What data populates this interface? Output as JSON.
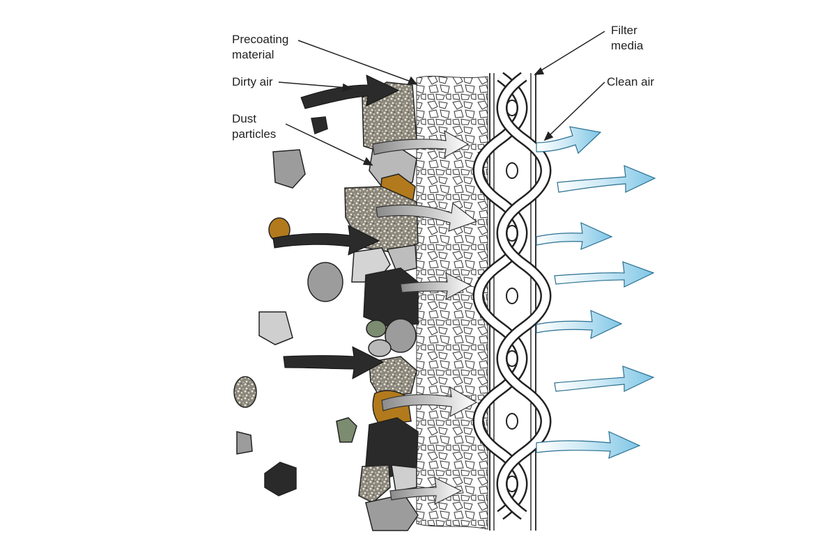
{
  "labels": {
    "precoating_material": "Precoating\nmaterial",
    "dirty_air": "Dirty air",
    "dust_particles": "Dust\nparticles",
    "filter_media": "Filter\nmedia",
    "clean_air": "Clean air"
  },
  "colors": {
    "dark_arrow": "#2b2b2b",
    "gray_arrow": "#d9d9d9",
    "clean_air_arrow": "#8fcde8",
    "particle_black": "#2a2a2a",
    "particle_gray": "#9c9c9c",
    "particle_light": "#cfcfcf",
    "particle_brown": "#b27a1c",
    "particle_green": "#7c8c70",
    "speckled": "#9a958a"
  }
}
